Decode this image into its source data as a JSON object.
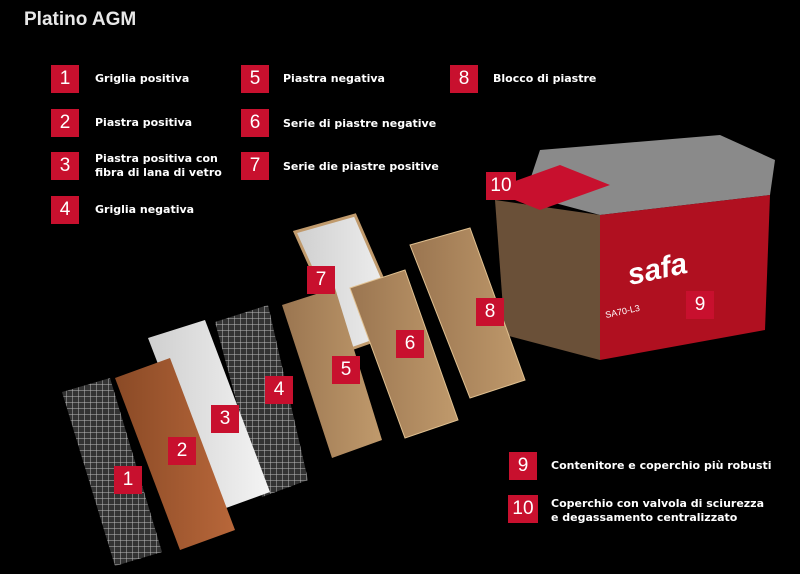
{
  "title": "Platino AGM",
  "legend": [
    {
      "num": "1",
      "text": "Griglia positiva"
    },
    {
      "num": "2",
      "text": "Piastra positiva"
    },
    {
      "num": "3",
      "text": "Piastra positiva con",
      "text2": "fibra di lana di vetro"
    },
    {
      "num": "4",
      "text": "Griglia negativa"
    },
    {
      "num": "5",
      "text": "Piastra negativa"
    },
    {
      "num": "6",
      "text": "Serie di piastre negative"
    },
    {
      "num": "7",
      "text": "Serie die piastre positive"
    },
    {
      "num": "8",
      "text": "Blocco di piastre"
    },
    {
      "num": "9",
      "text": "Contenitore e coperchio più robusti"
    },
    {
      "num": "10",
      "text": "Coperchio con valvola di sciurezza",
      "text2": "e degassamento centralizzato"
    }
  ],
  "battery": {
    "brand": "safa",
    "model": "SA70-L3"
  },
  "colors": {
    "accent": "#c8102e",
    "background": "#000000"
  }
}
